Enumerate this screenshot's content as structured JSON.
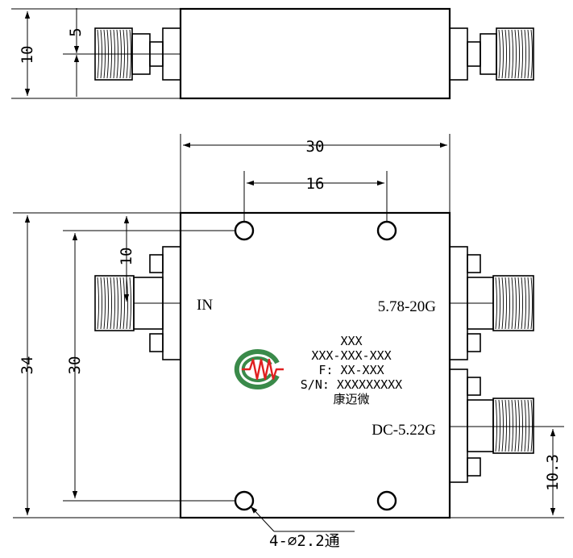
{
  "top_view": {
    "height_dim": "10",
    "connector_center_dim": "5"
  },
  "front_view": {
    "width_dim": "30",
    "hole_spacing_dim": "16",
    "height_dim": "34",
    "hole_vertical_spacing_dim": "30",
    "hole_offset_dim": "10",
    "lower_port_offset_dim": "10.3",
    "hole_callout": "4-∅2.2通"
  },
  "ports": {
    "input_label": "IN",
    "upper_output_label": "5.78-20G",
    "lower_output_label": "DC-5.22G"
  },
  "nameplate": {
    "line1": "XXX",
    "line2": "XXX-XXX-XXX",
    "line3": "F: XX-XXX",
    "line4": "S/N: XXXXXXXXX",
    "brand": "康迈微"
  },
  "logo": {
    "ring_color": "#3a8a4a",
    "wave_color": "#e02020"
  }
}
